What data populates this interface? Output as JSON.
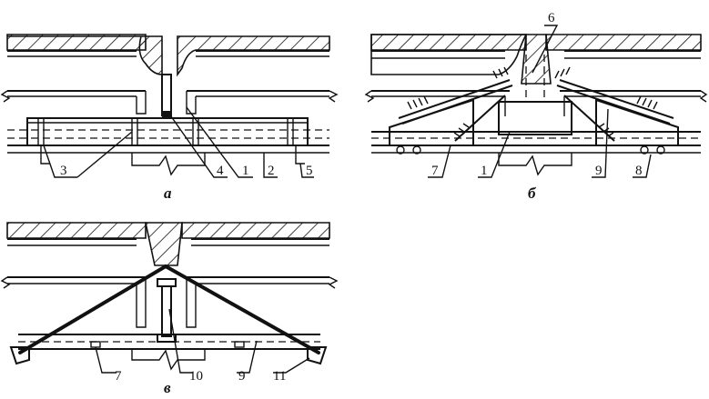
{
  "panels": {
    "a": {
      "caption": "а",
      "labels": [
        "3",
        "4",
        "1",
        "2",
        "5"
      ]
    },
    "b": {
      "caption": "б",
      "labels": [
        "6",
        "7",
        "1",
        "9",
        "8"
      ]
    },
    "v": {
      "caption": "в",
      "labels": [
        "7",
        "10",
        "9",
        "11"
      ]
    }
  }
}
